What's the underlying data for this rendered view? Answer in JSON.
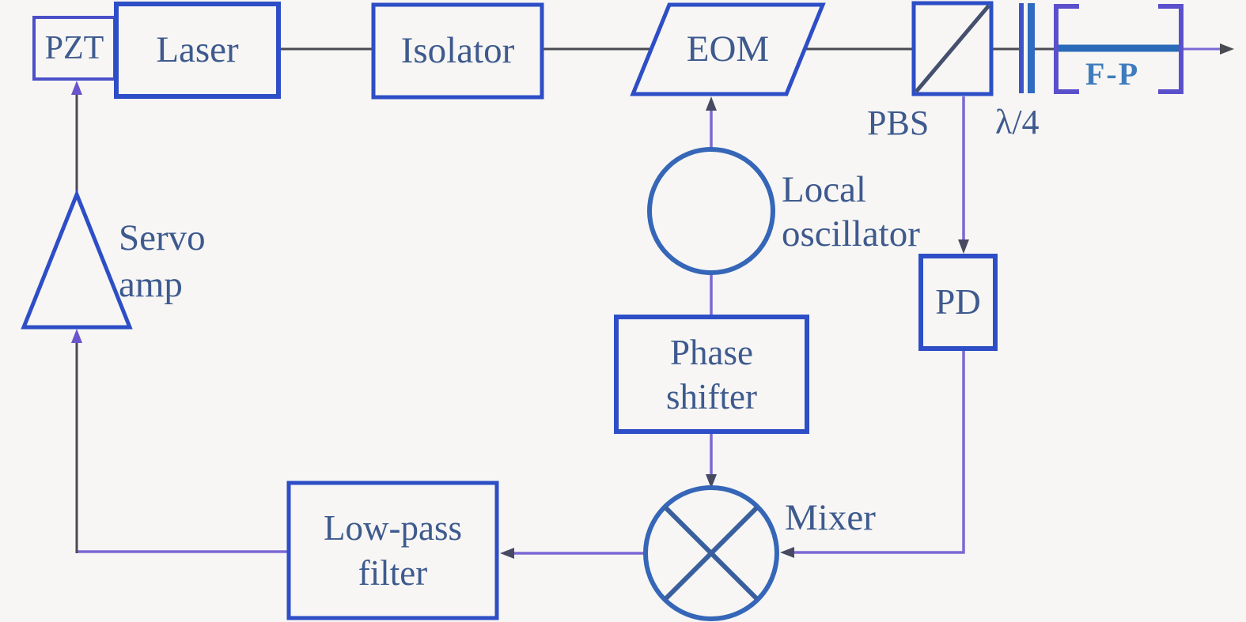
{
  "diagram": {
    "type": "optics-block-diagram",
    "description": "Pound-Drever-Hall style laser frequency stabilization setup",
    "colors": {
      "background": "#f7f6f4",
      "box_border": "#2d4ec6",
      "pzt_border": "#4b4fc8",
      "circle_stroke": "#3566b8",
      "beam_line_dark": "#4a4a52",
      "signal_line_purple": "#7a68d4",
      "cavity_beam_blue": "#2a6ab8",
      "bracket_purple": "#5b50cc",
      "diagonal_slate": "#44506e",
      "text": "#3e5a8e",
      "fp_text": "#3f7cbd"
    },
    "nodes": {
      "pzt": {
        "label": "PZT"
      },
      "laser": {
        "label": "Laser"
      },
      "isolator": {
        "label": "Isolator"
      },
      "eom": {
        "label": "EOM"
      },
      "pbs": {
        "label": "PBS"
      },
      "waveplate": {
        "label": "λ/4"
      },
      "fp_cavity": {
        "label": "F-P"
      },
      "local_oscillator": {
        "label_line1": "Local",
        "label_line2": "oscillator"
      },
      "servo_amp": {
        "label_line1": "Servo",
        "label_line2": "amp"
      },
      "phase_shifter": {
        "label_line1": "Phase",
        "label_line2": "shifter"
      },
      "pd": {
        "label": "PD"
      },
      "mixer": {
        "label": "Mixer"
      },
      "low_pass_filter": {
        "label_line1": "Low-pass",
        "label_line2": "filter"
      }
    }
  }
}
